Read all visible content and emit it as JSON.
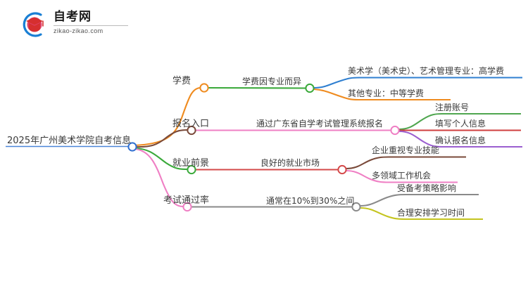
{
  "logo": {
    "brand_cn": "自考网",
    "brand_url": "zikao-zikao.com",
    "mark_icon": "graduation-cap-icon",
    "arc_color": "#1a7fd4",
    "cap_color": "#d93a3a",
    "cap_accent": "#e8547a"
  },
  "mindmap": {
    "root": {
      "label": "2025年广州美术学院自考信息",
      "node_color": "#2f6fd0",
      "underline_color": "#4a86d8"
    },
    "branches": [
      {
        "label": "学费",
        "color": "#ef8b1f",
        "node_color": "#ef8b1f",
        "children": [
          {
            "label": "学费因专业而异",
            "color": "#3aa93a",
            "node_color": "#3aa93a",
            "children": [
              {
                "label": "美术学（美术史）、艺术管理专业：高学费",
                "color": "#2f7fd0"
              },
              {
                "label": "其他专业：中等学费",
                "color": "#ef8b1f"
              }
            ]
          }
        ]
      },
      {
        "label": "报名入口",
        "color": "#7a4a3a",
        "node_color": "#7a4a3a",
        "children": [
          {
            "label": "通过广东省自学考试管理系统报名",
            "color": "#ef7fc4",
            "node_color": "#ef7fc4",
            "children": [
              {
                "label": "注册账号",
                "color": "#4fa64f"
              },
              {
                "label": "填写个人信息",
                "color": "#cf3f3f"
              },
              {
                "label": "确认报名信息",
                "color": "#9b5fd0"
              }
            ]
          }
        ]
      },
      {
        "label": "就业前景",
        "color": "#3aa93a",
        "node_color": "#3aa93a",
        "children": [
          {
            "label": "良好的就业市场",
            "color": "#d44a4a",
            "node_color": "#d44a4a",
            "children": [
              {
                "label": "企业重视专业技能",
                "color": "#7a4a3a"
              },
              {
                "label": "多领域工作机会",
                "color": "#ef7fc4"
              }
            ]
          }
        ]
      },
      {
        "label": "考试通过率",
        "color": "#ef7fc4",
        "node_color": "#ef7fc4",
        "children": [
          {
            "label": "通常在10%到30%之间",
            "color": "#8a8a8a",
            "node_color": "#8a8a8a",
            "children": [
              {
                "label": "受备考策略影响",
                "color": "#8a8a8a"
              },
              {
                "label": "合理安排学习时间",
                "color": "#c4c41f"
              }
            ]
          }
        ]
      }
    ]
  }
}
